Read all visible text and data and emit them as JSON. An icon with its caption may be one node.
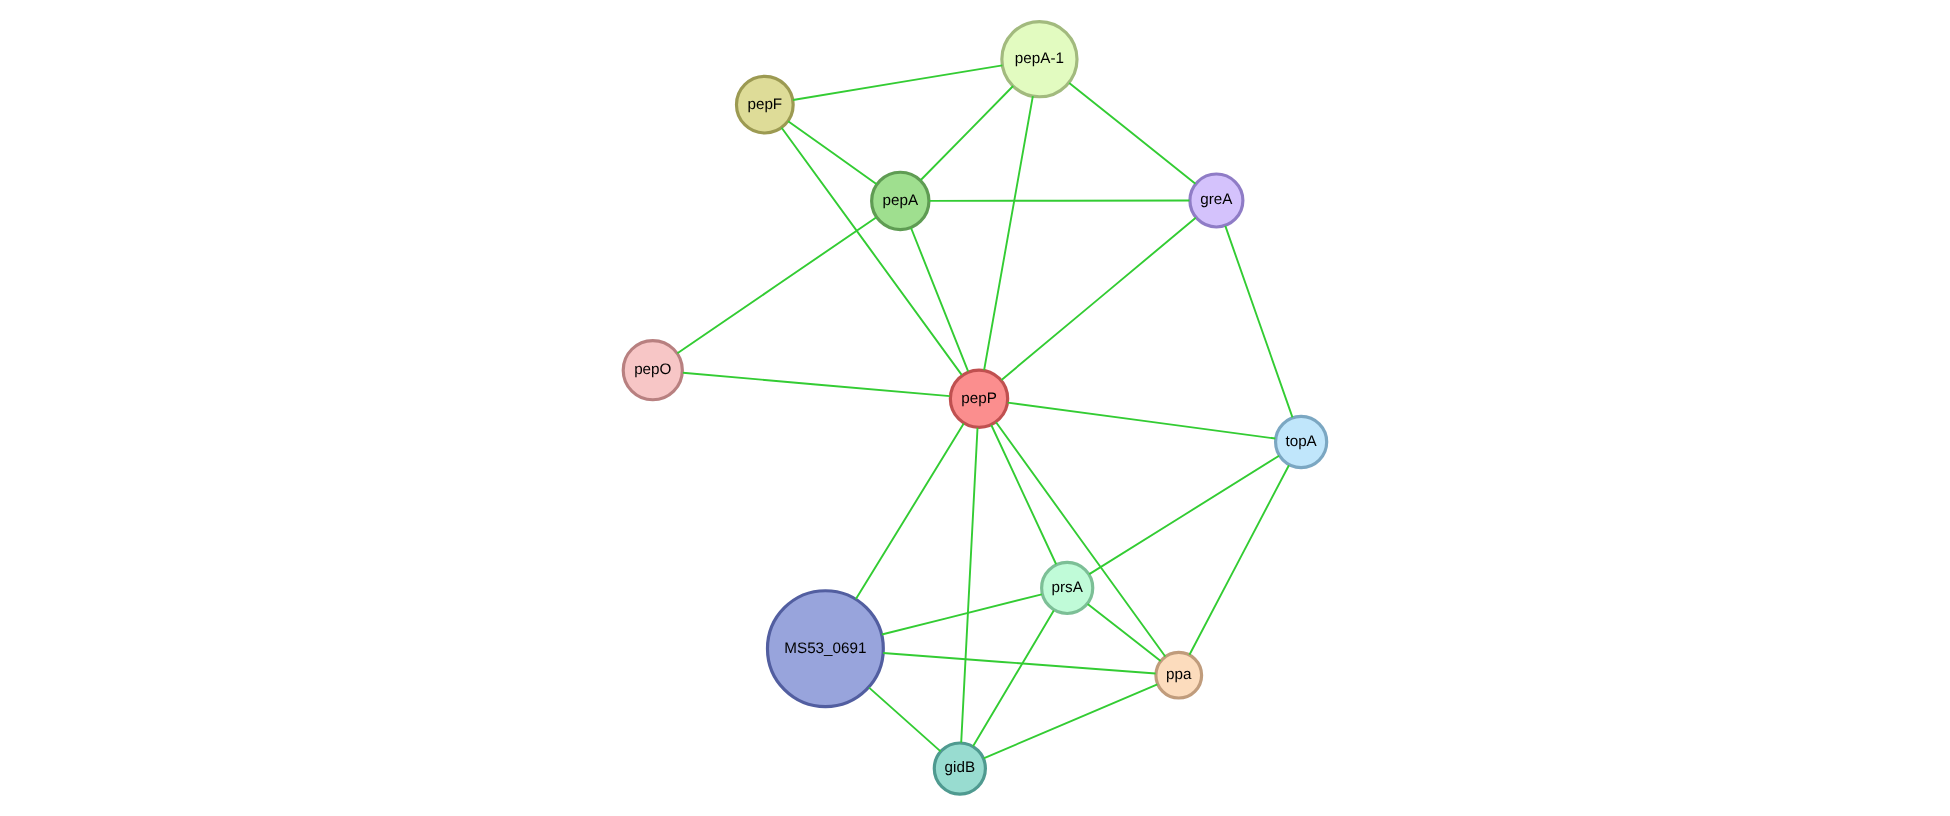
{
  "diagram": {
    "nodes": [
      {
        "text": [
          "pepO"
        ]
      },
      {
        "text": [
          "greA"
        ]
      },
      {
        "text": [
          "topA"
        ]
      },
      {
        "text": [
          "pepA"
        ]
      },
      {
        "text": [
          "pepA-1"
        ]
      },
      {
        "text": [
          "pepP"
        ]
      },
      {
        "text": [
          "prsA"
        ]
      },
      {
        "text": [
          "ppa"
        ]
      },
      {
        "text": [
          "pepF"
        ]
      },
      {
        "text": [
          "gidB"
        ]
      },
      {
        "text": [
          "MS53_0691"
        ]
      }
    ],
    "edges": [
      {
        "from": 0,
        "to": 3,
        "arrow": "none"
      },
      {
        "from": 0,
        "to": 5,
        "arrow": "none"
      },
      {
        "from": 1,
        "to": 3,
        "arrow": "none"
      },
      {
        "from": 1,
        "to": 2,
        "arrow": "none"
      },
      {
        "from": 1,
        "to": 5,
        "arrow": "none"
      },
      {
        "from": 1,
        "to": 4,
        "arrow": "none"
      },
      {
        "from": 3,
        "to": 4,
        "arrow": "none"
      },
      {
        "from": 3,
        "to": 5,
        "arrow": "none"
      },
      {
        "from": 3,
        "to": 8,
        "arrow": "none"
      },
      {
        "from": 4,
        "to": 5,
        "arrow": "none"
      },
      {
        "from": 4,
        "to": 8,
        "arrow": "none"
      },
      {
        "from": 8,
        "to": 5,
        "arrow": "none"
      },
      {
        "from": 2,
        "to": 5,
        "arrow": "none"
      },
      {
        "from": 2,
        "to": 6,
        "arrow": "none"
      },
      {
        "from": 2,
        "to": 7,
        "arrow": "none"
      },
      {
        "from": 5,
        "to": 6,
        "arrow": "none"
      },
      {
        "from": 5,
        "to": 7,
        "arrow": "none"
      },
      {
        "from": 5,
        "to": 9,
        "arrow": "none"
      },
      {
        "from": 5,
        "to": 10,
        "arrow": "none"
      },
      {
        "from": 6,
        "to": 7,
        "arrow": "none"
      },
      {
        "from": 6,
        "to": 9,
        "arrow": "none"
      },
      {
        "from": 6,
        "to": 10,
        "arrow": "none"
      },
      {
        "from": 7,
        "to": 9,
        "arrow": "none"
      },
      {
        "from": 7,
        "to": 10,
        "arrow": "none"
      },
      {
        "from": 9,
        "to": 10,
        "arrow": "none"
      }
    ]
  }
}
